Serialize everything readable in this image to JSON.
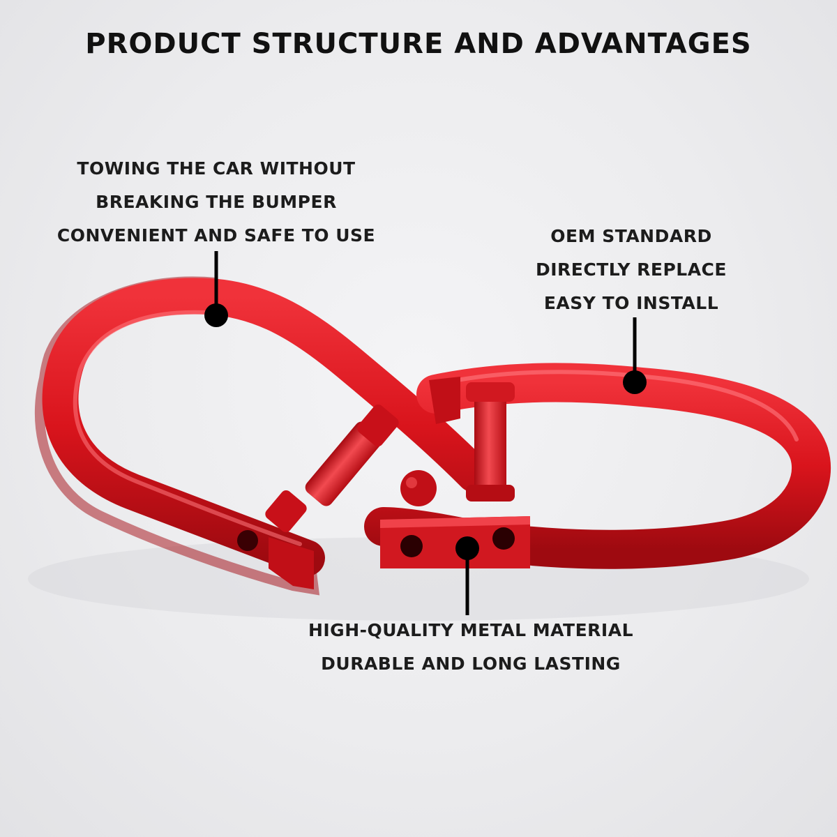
{
  "title": "PRODUCT STRUCTURE AND ADVANTAGES",
  "callouts": {
    "towing": {
      "lines": [
        "TOWING THE CAR WITHOUT",
        "BREAKING THE BUMPER",
        "CONVENIENT AND SAFE TO USE"
      ]
    },
    "oem": {
      "lines": [
        "OEM STANDARD",
        "DIRECTLY REPLACE",
        "EASY TO INSTALL"
      ]
    },
    "material": {
      "lines": [
        "HIGH-QUALITY METAL MATERIAL",
        "DURABLE AND LONG LASTING"
      ]
    }
  },
  "colors": {
    "hook_red": "#d9141c",
    "background": "#ececee",
    "text": "#1c1c1c"
  }
}
